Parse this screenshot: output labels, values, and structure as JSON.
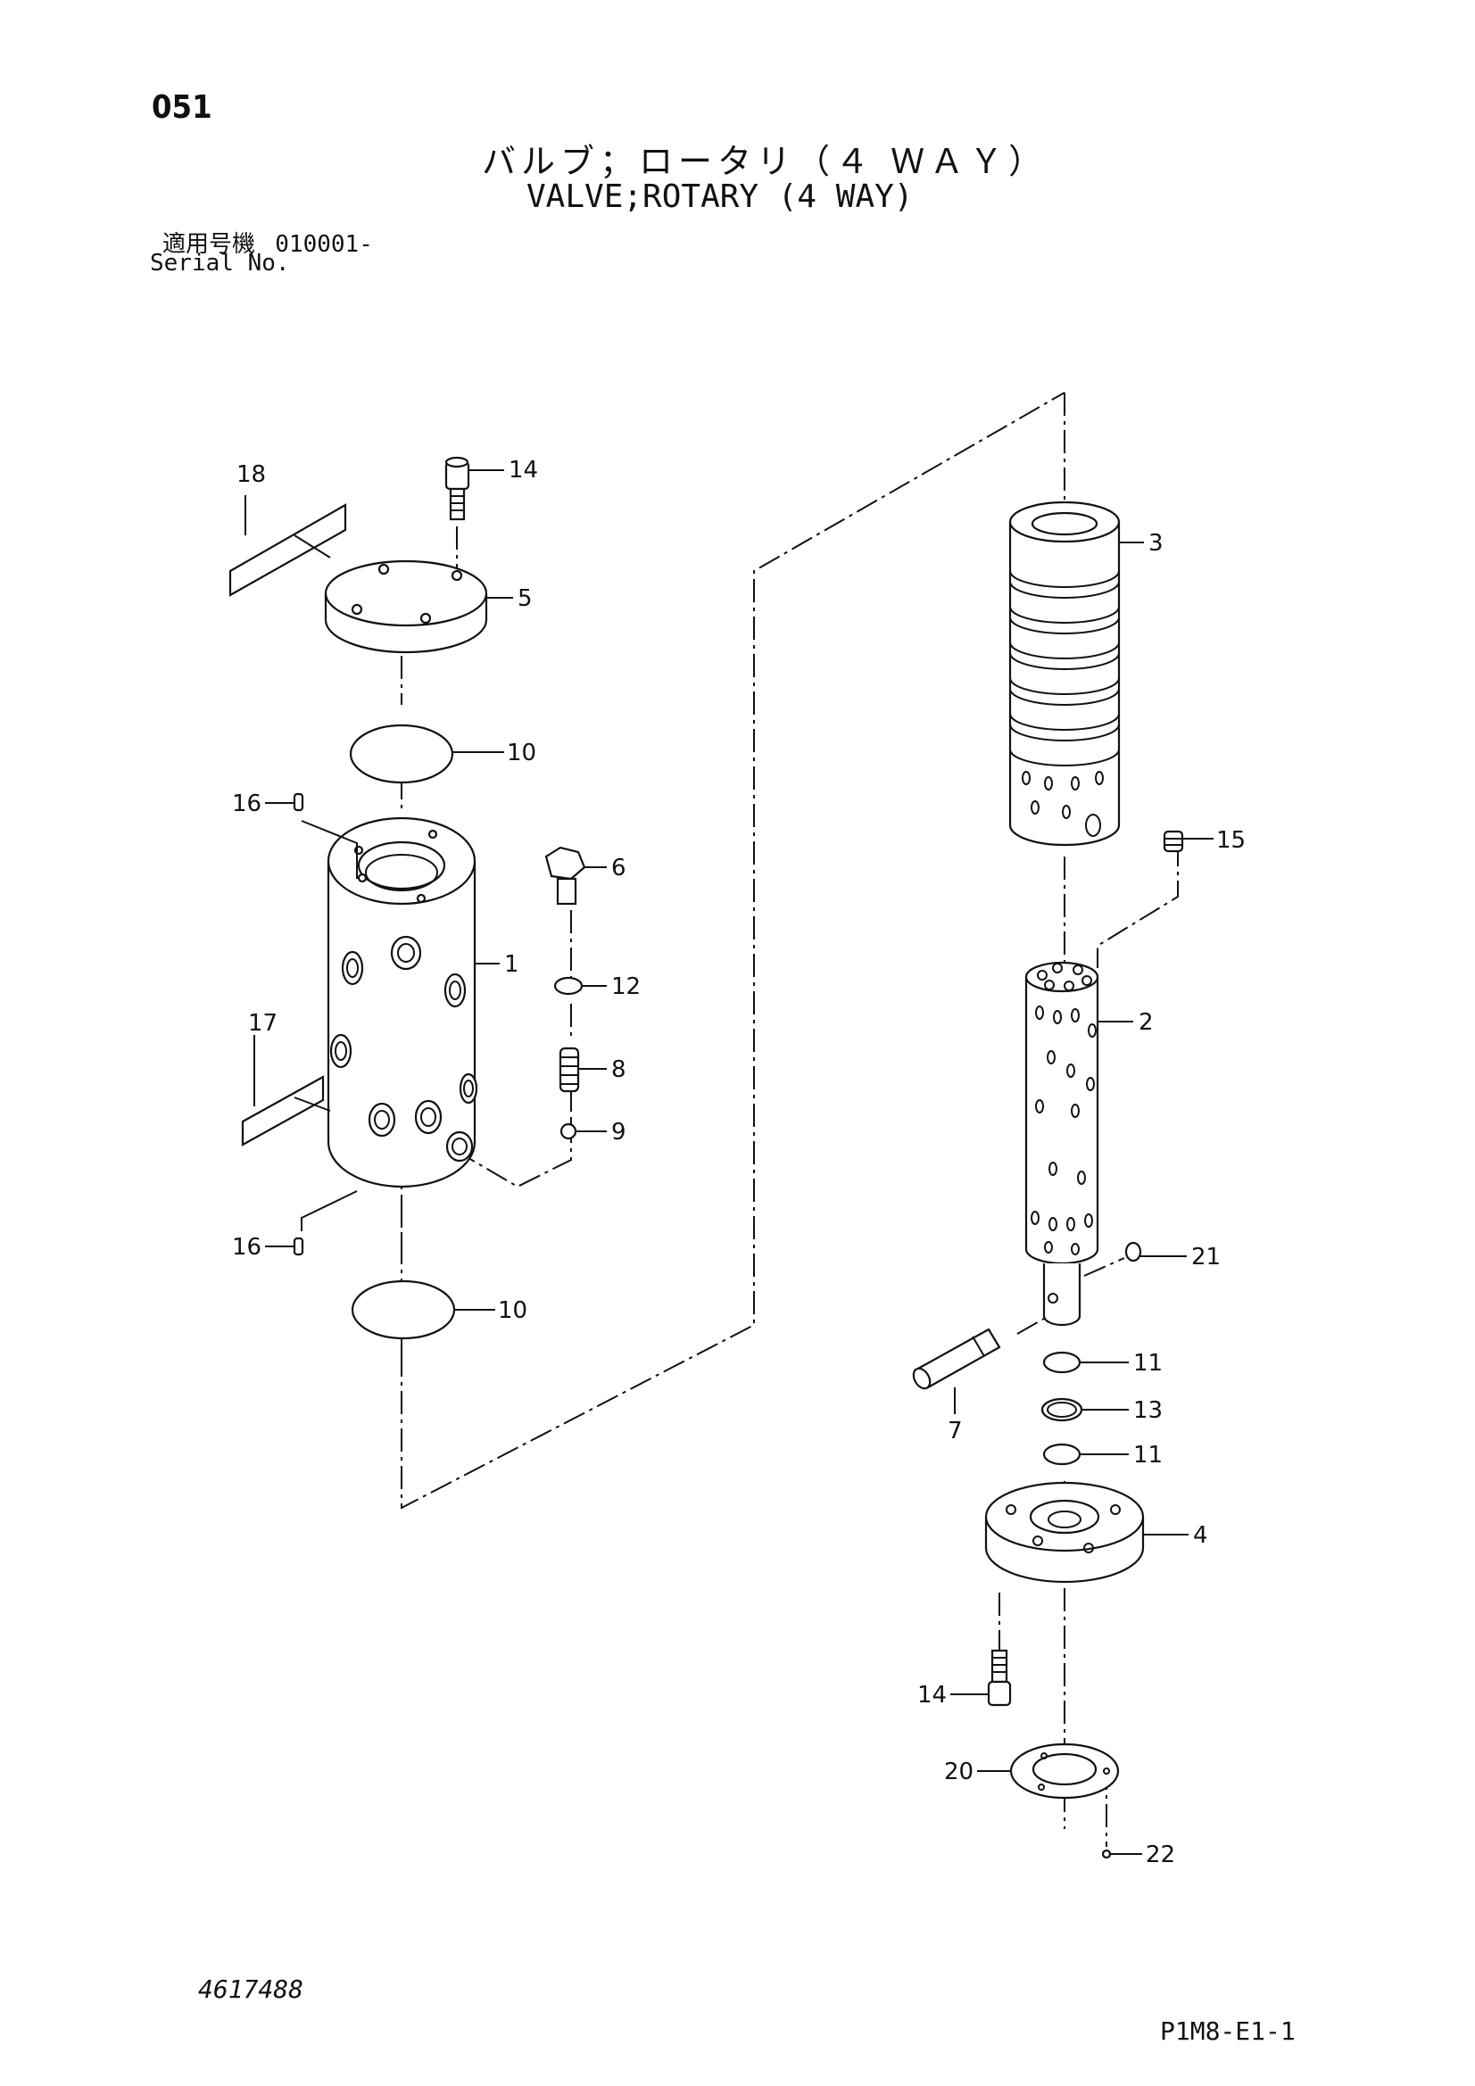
{
  "header": {
    "page_number": "051",
    "title_jp": "バルブ；ロータリ（４ ＷＡＹ）",
    "title_en": "VALVE;ROTARY (4 WAY)",
    "serial_label_jp": "適用号機",
    "serial_range": "010001-",
    "serial_label_en": "Serial No."
  },
  "callouts": {
    "c1": "1",
    "c2": "2",
    "c3": "3",
    "c4": "4",
    "c5": "5",
    "c6": "6",
    "c7": "7",
    "c8": "8",
    "c9": "9",
    "c10a": "10",
    "c10b": "10",
    "c11a": "11",
    "c11b": "11",
    "c12": "12",
    "c13": "13",
    "c14a": "14",
    "c14b": "14",
    "c15": "15",
    "c16a": "16",
    "c16b": "16",
    "c17": "17",
    "c18": "18",
    "c20": "20",
    "c21": "21",
    "c22": "22"
  },
  "footer": {
    "doc_number": "4617488",
    "page_code": "P1M8-E1-1"
  }
}
